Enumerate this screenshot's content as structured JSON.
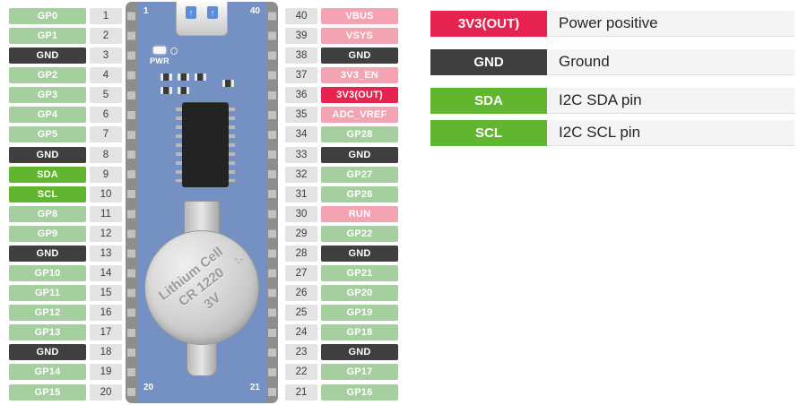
{
  "left_pins": [
    {
      "label": "GP0",
      "num": 1,
      "type": "gpio"
    },
    {
      "label": "GP1",
      "num": 2,
      "type": "gpio"
    },
    {
      "label": "GND",
      "num": 3,
      "type": "gnd"
    },
    {
      "label": "GP2",
      "num": 4,
      "type": "gpio"
    },
    {
      "label": "GP3",
      "num": 5,
      "type": "gpio"
    },
    {
      "label": "GP4",
      "num": 6,
      "type": "gpio"
    },
    {
      "label": "GP5",
      "num": 7,
      "type": "gpio"
    },
    {
      "label": "GND",
      "num": 8,
      "type": "gnd"
    },
    {
      "label": "SDA",
      "num": 9,
      "type": "i2c"
    },
    {
      "label": "SCL",
      "num": 10,
      "type": "i2c"
    },
    {
      "label": "GP8",
      "num": 11,
      "type": "gpio"
    },
    {
      "label": "GP9",
      "num": 12,
      "type": "gpio"
    },
    {
      "label": "GND",
      "num": 13,
      "type": "gnd"
    },
    {
      "label": "GP10",
      "num": 14,
      "type": "gpio"
    },
    {
      "label": "GP11",
      "num": 15,
      "type": "gpio"
    },
    {
      "label": "GP12",
      "num": 16,
      "type": "gpio"
    },
    {
      "label": "GP13",
      "num": 17,
      "type": "gpio"
    },
    {
      "label": "GND",
      "num": 18,
      "type": "gnd"
    },
    {
      "label": "GP14",
      "num": 19,
      "type": "gpio"
    },
    {
      "label": "GP15",
      "num": 20,
      "type": "gpio"
    }
  ],
  "right_pins": [
    {
      "label": "VBUS",
      "num": 40,
      "type": "power"
    },
    {
      "label": "VSYS",
      "num": 39,
      "type": "power"
    },
    {
      "label": "GND",
      "num": 38,
      "type": "gnd"
    },
    {
      "label": "3V3_EN",
      "num": 37,
      "type": "power"
    },
    {
      "label": "3V3(OUT)",
      "num": 36,
      "type": "power-out"
    },
    {
      "label": "ADC_VREF",
      "num": 35,
      "type": "power"
    },
    {
      "label": "GP28",
      "num": 34,
      "type": "gpio"
    },
    {
      "label": "GND",
      "num": 33,
      "type": "gnd"
    },
    {
      "label": "GP27",
      "num": 32,
      "type": "gpio"
    },
    {
      "label": "GP26",
      "num": 31,
      "type": "gpio"
    },
    {
      "label": "RUN",
      "num": 30,
      "type": "power"
    },
    {
      "label": "GP22",
      "num": 29,
      "type": "gpio"
    },
    {
      "label": "GND",
      "num": 28,
      "type": "gnd"
    },
    {
      "label": "GP21",
      "num": 27,
      "type": "gpio"
    },
    {
      "label": "GP20",
      "num": 26,
      "type": "gpio"
    },
    {
      "label": "GP19",
      "num": 25,
      "type": "gpio"
    },
    {
      "label": "GP18",
      "num": 24,
      "type": "gpio"
    },
    {
      "label": "GND",
      "num": 23,
      "type": "gnd"
    },
    {
      "label": "GP17",
      "num": 22,
      "type": "gpio"
    },
    {
      "label": "GP16",
      "num": 21,
      "type": "gpio"
    }
  ],
  "legend": [
    {
      "label": "3V3(OUT)",
      "type": "power-out",
      "description": "Power positive"
    },
    {
      "label": "GND",
      "type": "gnd",
      "description": "Ground"
    },
    {
      "label": "SDA",
      "type": "i2c",
      "description": "I2C SDA pin"
    },
    {
      "label": "SCL",
      "type": "i2c",
      "description": "I2C SCL pin"
    }
  ],
  "board": {
    "corner_top_left": "1",
    "corner_top_right": "40",
    "corner_bottom_left": "20",
    "corner_bottom_right": "21",
    "pwr_label": "PWR",
    "battery_line1": "Lithium Cell",
    "battery_line2": "CR 1220",
    "battery_line3": "3V",
    "battery_plus": "+"
  },
  "icons": {
    "usb_arrow": "↑"
  },
  "colors": {
    "gpio": "#a6cf9f",
    "gnd": "#3f3f3f",
    "i2c": "#62b52f",
    "power": "#f3a3b2",
    "power-out": "#e6224e",
    "num-bg": "#e3e3e3",
    "board-blue": "#7590c2",
    "header-gray": "#8d8d8d"
  }
}
